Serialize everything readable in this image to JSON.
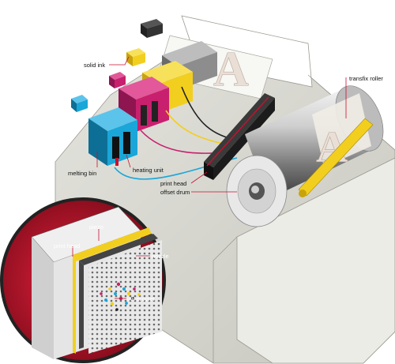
{
  "labels": {
    "solid_ink": "solid ink",
    "melting_bin": "melting bin",
    "heating_unit": "heating unit",
    "print_head": "print head",
    "offset_drum": "offset drum",
    "transfix_roller": "transfix roller",
    "inset_print_head": "print head",
    "piezo": "piezo",
    "nozzle": "nozzle",
    "ink_droplet": "ink droplet"
  },
  "page_glyphs": {
    "paper_letter": "A",
    "drum_letter": "A"
  },
  "colors": {
    "cyan": "#1aa6d8",
    "magenta": "#c8206e",
    "yellow": "#f2cf1f",
    "black": "#222222",
    "inset_red": "#c8102e",
    "base_gray": "#d9d9d2",
    "label_pointer": "#c8102e"
  }
}
